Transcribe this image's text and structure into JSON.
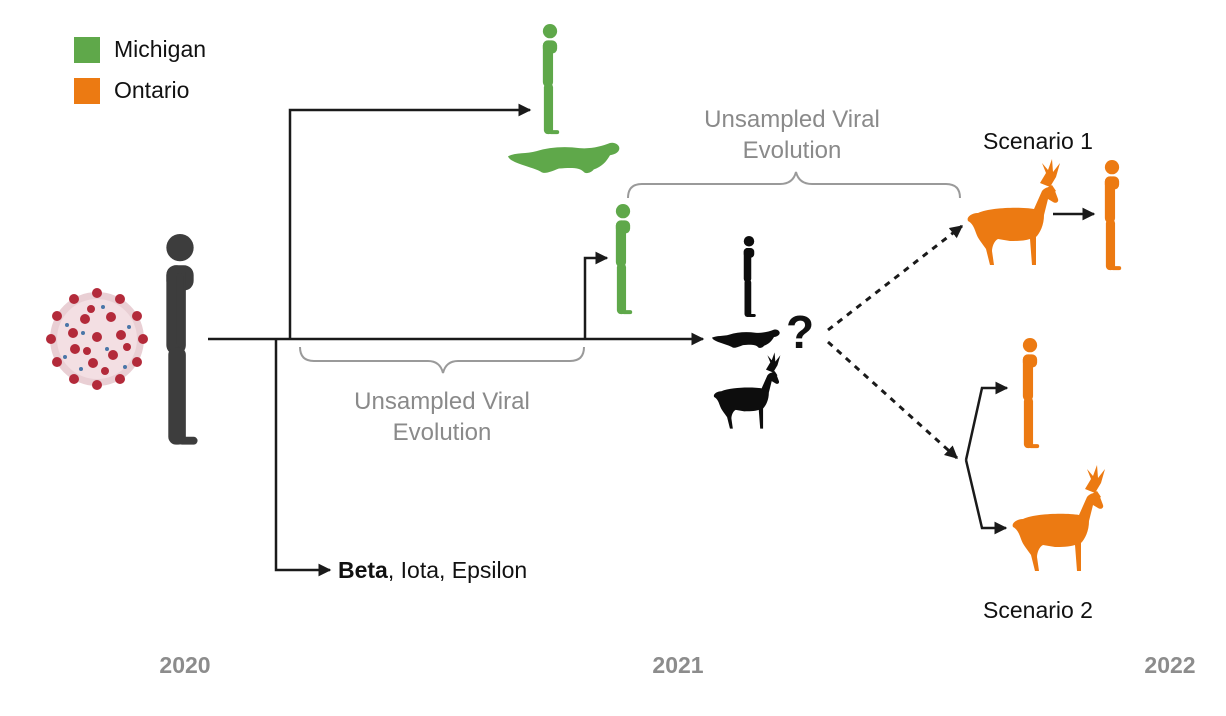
{
  "legend": {
    "michigan": {
      "label": "Michigan",
      "color": "#5fa84a"
    },
    "ontario": {
      "label": "Ontario",
      "color": "#ec7a12"
    }
  },
  "annotations": {
    "unsampled_top_line1": "Unsampled Viral",
    "unsampled_top_line2": "Evolution",
    "unsampled_bottom_line1": "Unsampled Viral",
    "unsampled_bottom_line2": "Evolution",
    "scenario_1": "Scenario 1",
    "scenario_2": "Scenario 2",
    "question_mark": "?"
  },
  "variants": {
    "bold": "Beta",
    "rest": ", Iota, Epsilon"
  },
  "timeline": {
    "year_2020": "2020",
    "year_2021": "2021",
    "year_2022": "2022"
  },
  "colors": {
    "ancestral": "#3d3d3d",
    "unknown_host": "#0d0d0d",
    "virus": "#b32a3a",
    "arrow": "#1a1a1a",
    "bracket": "#9a9a9a"
  },
  "icons": [
    "coronavirus-icon",
    "human-icon",
    "mink-icon",
    "deer-icon"
  ]
}
